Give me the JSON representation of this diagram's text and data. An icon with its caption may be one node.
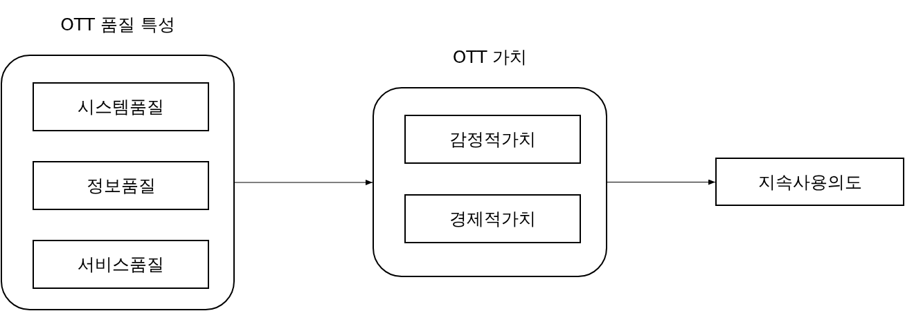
{
  "diagram": {
    "nodes": [
      {
        "text": [
          "OTT 품질 특성"
        ]
      },
      {
        "text": [
          "시스템품질"
        ],
        "in": 0
      },
      {
        "text": [
          "정보품질"
        ],
        "in": 0
      },
      {
        "text": [
          "서비스품질"
        ],
        "in": 0
      },
      {
        "text": [
          "OTT 가치"
        ]
      },
      {
        "text": [
          "감정적가치"
        ],
        "in": 4
      },
      {
        "text": [
          "경제적가치"
        ],
        "in": 4
      },
      {
        "text": [
          "지속사용의도"
        ]
      }
    ],
    "edges": [
      {
        "from": 0,
        "to": 4,
        "arrow": "to"
      },
      {
        "from": 4,
        "to": 7,
        "arrow": "to"
      }
    ]
  }
}
